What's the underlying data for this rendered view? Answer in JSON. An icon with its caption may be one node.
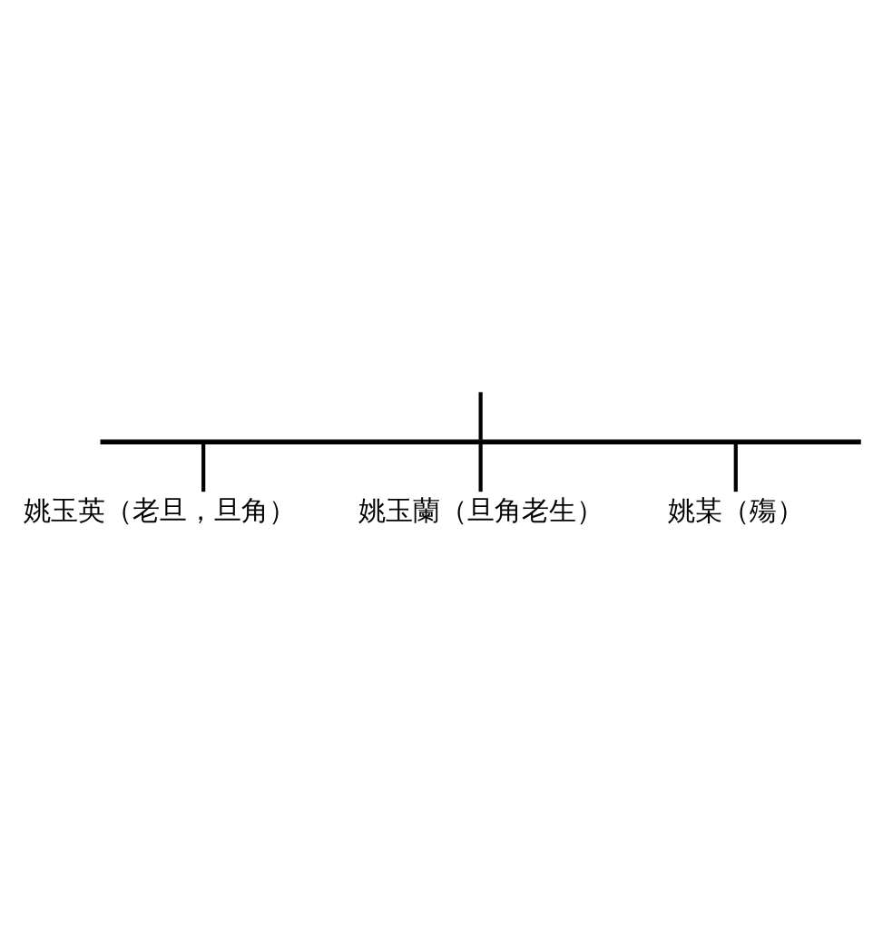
{
  "diagram": {
    "nodes": [
      {
        "text": [],
        "shape": "bar"
      },
      {
        "text": [
          "姚某（殤）"
        ]
      },
      {
        "text": [
          "姚玉蘭（旦角老生）"
        ]
      },
      {
        "text": [
          "姚玉英（老旦，旦角）"
        ]
      }
    ],
    "edges": [
      {
        "from": null,
        "to": 0,
        "arrow": "none"
      },
      {
        "from": 0,
        "to": 1,
        "arrow": "none"
      },
      {
        "from": 0,
        "to": 2,
        "arrow": "none"
      },
      {
        "from": 0,
        "to": 3,
        "arrow": "none"
      }
    ]
  }
}
